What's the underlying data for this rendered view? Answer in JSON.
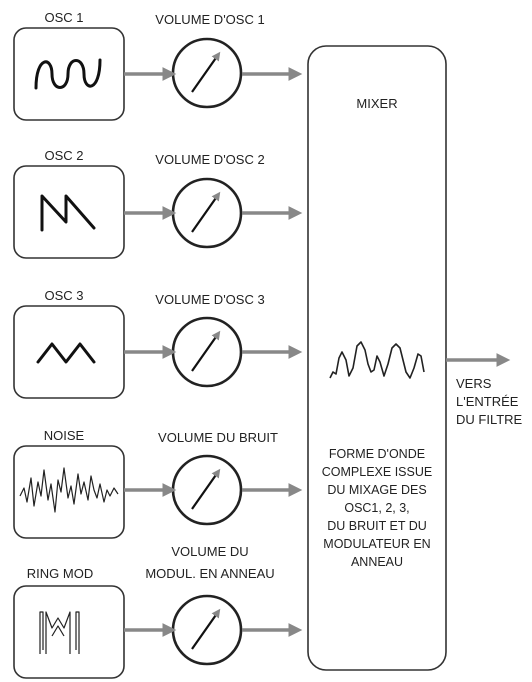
{
  "sources": [
    {
      "label": "OSC 1",
      "volume_label": [
        "VOLUME D'OSC 1"
      ]
    },
    {
      "label": "OSC 2",
      "volume_label": [
        "VOLUME D'OSC 2"
      ]
    },
    {
      "label": "OSC 3",
      "volume_label": [
        "VOLUME D'OSC 3"
      ]
    },
    {
      "label": "NOISE",
      "volume_label": [
        "VOLUME DU BRUIT"
      ]
    },
    {
      "label": "RING MOD",
      "volume_label": [
        "VOLUME DU",
        "MODUL. EN ANNEAU"
      ]
    }
  ],
  "mixer": {
    "title": "MIXER",
    "description": [
      "FORME D'ONDE",
      "COMPLEXE ISSUE",
      "DU MIXAGE DES",
      "OSC1, 2, 3,",
      "DU BRUIT ET DU",
      "MODULATEUR EN",
      "ANNEAU"
    ]
  },
  "output": {
    "label": [
      "VERS",
      "L'ENTRÉE",
      "DU FILTRE"
    ]
  },
  "colors": {
    "arrow": "#888888",
    "stroke": "#333333"
  }
}
